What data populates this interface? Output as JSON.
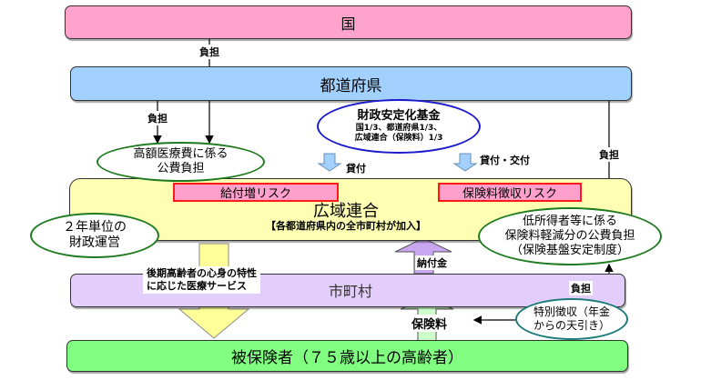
{
  "levels": {
    "national": "国",
    "prefecture": "都道府県",
    "union": "広域連合",
    "union_note": "【各都道府県内の全市町村が加入】",
    "municipality": "市町村",
    "insured": "被保険者（７５歳以上の高齢者）"
  },
  "risks": {
    "benefit": "給付増リスク",
    "premium": "保険料徴収リスク"
  },
  "ellipses": {
    "high_cost": [
      "高額医療費に係る",
      "公費負担"
    ],
    "fund_title": "財政安定化基金",
    "fund_detail": [
      "国1/3、都道府県1/3、",
      "広域連合（保険料）1/3"
    ],
    "two_year": [
      "２年単位の",
      "財政運営"
    ],
    "low_income": [
      "低所得者等に係る",
      "保険料軽減分の公費負担",
      "（保険基盤安定制度）"
    ],
    "special_collection": [
      "特別徴収（年金",
      "からの天引き）"
    ]
  },
  "labels": {
    "burden_nat": "負担",
    "burden_pref": "負担",
    "burden_right": "負担",
    "burden_muni": "負担",
    "loan": "貸付",
    "loan_grant": "貸付・交付",
    "contribution": "納付金",
    "premium": "保険料",
    "medical_service": [
      "後期高齢者の心身の特性",
      "に応じた医療サービス"
    ]
  },
  "colors": {
    "national": "#ffa3cc",
    "prefecture": "#a3d1ff",
    "union": "#ffffb3",
    "municipality": "#e3cdfa",
    "insured": "#80ff80",
    "green_ellipse": "#1e7a1e",
    "blue_ellipse": "#1a1acc",
    "teal_ellipse": "#1a7a7a"
  }
}
